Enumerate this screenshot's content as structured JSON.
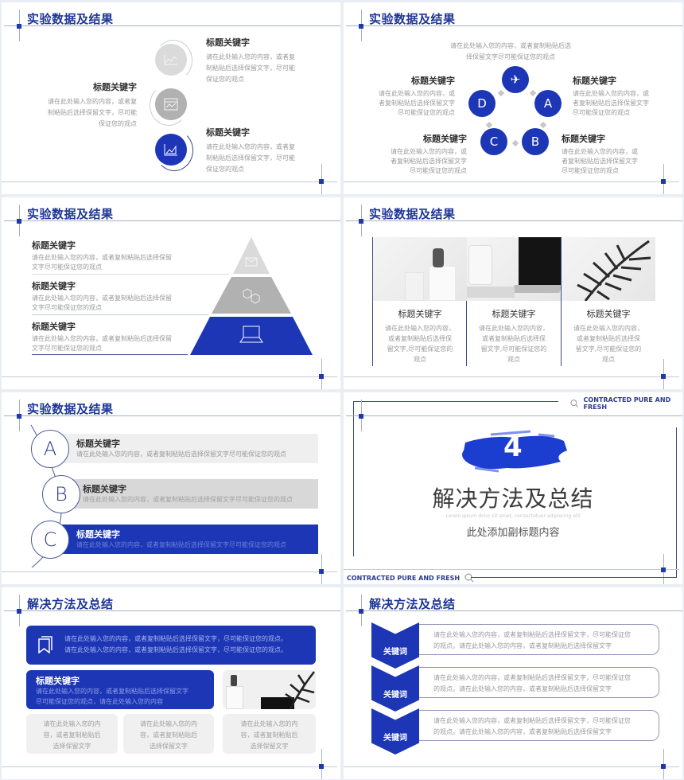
{
  "theme": {
    "primary": "#1c36b6",
    "title_color": "#1e3696",
    "background": "#e9eef4",
    "gray_light": "#dcdcdc",
    "gray_mid": "#b0b0b0"
  },
  "slides": [
    {
      "title": "实验数据及结果",
      "items": [
        {
          "heading": "标题关键字",
          "body": "请在此处输入您的内容，或者复制粘贴后选择保留文字，尽可能保证您的观点",
          "lines": [
            "请在此处输入您的内容，或者复",
            "制粘贴后选择保留文字，尽可能",
            "保证您的观点"
          ],
          "icon": "line-chart-icon"
        },
        {
          "heading": "标题关键字",
          "lines": [
            "请在此处输入您的内容，或者复",
            "制粘贴后选择保留文字，尽可能",
            "保证您的观点"
          ],
          "icon": "image-chart-icon"
        },
        {
          "heading": "标题关键字",
          "lines": [
            "请在此处输入您的内容，或者复",
            "制粘贴后选择保留文字，尽可能",
            "保证您的观点"
          ],
          "icon": "area-chart-icon"
        }
      ]
    },
    {
      "title": "实验数据及结果",
      "intro_lines": [
        "请在此处输入您的内容，或者复制粘贴后选",
        "择保留文字尽可能保证您的观点"
      ],
      "center_icon": "airplane-icon",
      "nodes": [
        "A",
        "B",
        "C",
        "D"
      ],
      "items": [
        {
          "heading": "标题关键字",
          "lines": [
            "请在此处输入您的内容，或",
            "者复制粘贴后选择保留文字",
            "尽可能保证您的观点"
          ]
        },
        {
          "heading": "标题关键字",
          "lines": [
            "请在此处输入您的内容，或",
            "者复制粘贴后选择保留文字",
            "尽可能保证您的观点"
          ]
        },
        {
          "heading": "标题关键字",
          "lines": [
            "请在此处输入您的内容，或",
            "者复制粘贴后选择保留文字",
            "尽可能保证您的观点"
          ]
        },
        {
          "heading": "标题关键字",
          "lines": [
            "请在此处输入您的内容，或",
            "者复制粘贴后选择保留文字",
            "尽可能保证您的观点"
          ]
        }
      ]
    },
    {
      "title": "实验数据及结果",
      "items": [
        {
          "heading": "标题关键字",
          "lines": [
            "请在此处输入您的内容，或者复制粘贴后选择保留",
            "文字尽可能保证您的观点"
          ],
          "icon": "mail-icon"
        },
        {
          "heading": "标题关键字",
          "lines": [
            "请在此处输入您的内容，或者复制粘贴后选择保留",
            "文字尽可能保证您的观点"
          ],
          "icon": "link-icon"
        },
        {
          "heading": "标题关键字",
          "lines": [
            "请在此处输入您的内容，或者复制粘贴后选择保留",
            "文字尽可能保证您的观点"
          ],
          "icon": "laptop-icon"
        }
      ]
    },
    {
      "title": "实验数据及结果",
      "cards": [
        {
          "heading": "标题关键字",
          "lines": [
            "请在此处输入您的内容，",
            "或者复制粘贴后选择保",
            "留文字,尽可能保证您的",
            "观点"
          ],
          "photo": "figurine-photo"
        },
        {
          "heading": "标题关键字",
          "lines": [
            "请在此处输入您的内容，",
            "或者复制粘贴后选择保",
            "留文字,尽可能保证您的",
            "观点"
          ],
          "photo": "laptop-photo"
        },
        {
          "heading": "标题关键字",
          "lines": [
            "请在此处输入您的内容，",
            "或者复制粘贴后选择保",
            "留文字,尽可能保证您的",
            "观点"
          ],
          "photo": "plant-photo"
        }
      ]
    },
    {
      "title": "实验数据及结果",
      "rows": [
        {
          "letter": "A",
          "heading": "标题关键字",
          "body": "请在此处输入您的内容，或者复制粘贴后选择保留文字尽可能保证您的观点"
        },
        {
          "letter": "B",
          "heading": "标题关键字",
          "body": "请在此处输入您的内容，或者复制粘贴后选择保留文字尽可能保证您的观点"
        },
        {
          "letter": "C",
          "heading": "标题关键字",
          "body": "请在此处输入您的内容，或者复制粘贴后选择保留文字尽可能保证您的观点"
        }
      ]
    },
    {
      "number": "4",
      "title": "解决方法及总结",
      "lorem": "Lorem ipsum dolor sit amet, consectetuer adipiscing elit",
      "subtitle": "此处添加副标题内容",
      "tagline_top": "CONTRACTED PURE AND FRESH",
      "tagline_bottom": "CONTRACTED PURE AND FRESH"
    },
    {
      "title": "解决方法及总结",
      "banner_lines": [
        "请在此处输入您的内容，或者复制粘贴后选择保留文字，尽可能保证您的观点。",
        "请在此处输入您的内容，或者复制粘贴后选择保留文字，尽可能保证您的观点。"
      ],
      "feature": {
        "heading": "标题关键字",
        "lines": [
          "请在此处输入您的内容，或者复制粘贴后选择保留文字",
          "尽可能保证您的观点，请在此处输入您的内容"
        ]
      },
      "boxes": [
        {
          "lines": [
            "请在此处输入您的内",
            "容，或者复制粘贴后",
            "选择保留文字"
          ]
        },
        {
          "lines": [
            "请在此处输入您的内",
            "容，或者复制粘贴后",
            "选择保留文字"
          ]
        },
        {
          "lines": [
            "请在此处输入您的内",
            "容，或者复制粘贴后",
            "选择保留文字"
          ]
        }
      ]
    },
    {
      "title": "解决方法及总结",
      "rows": [
        {
          "label": "关键词",
          "lines": [
            "请在此处输入您的内容，或者复制粘贴后选择保留文字，尽可能保证您",
            "的观点。请在此处输入您的内容，或者复制粘贴后选择保留文字"
          ]
        },
        {
          "label": "关键词",
          "lines": [
            "请在此处输入您的内容，或者复制粘贴后选择保留文字，尽可能保证您",
            "的观点。请在此处输入您的内容，或者复制粘贴后选择保留文字"
          ]
        },
        {
          "label": "关键词",
          "lines": [
            "请在此处输入您的内容，或者复制粘贴后选择保留文字，尽可能保证您",
            "的观点。请在此处输入您的内容，或者复制粘贴后选择保留文字"
          ]
        }
      ]
    }
  ]
}
